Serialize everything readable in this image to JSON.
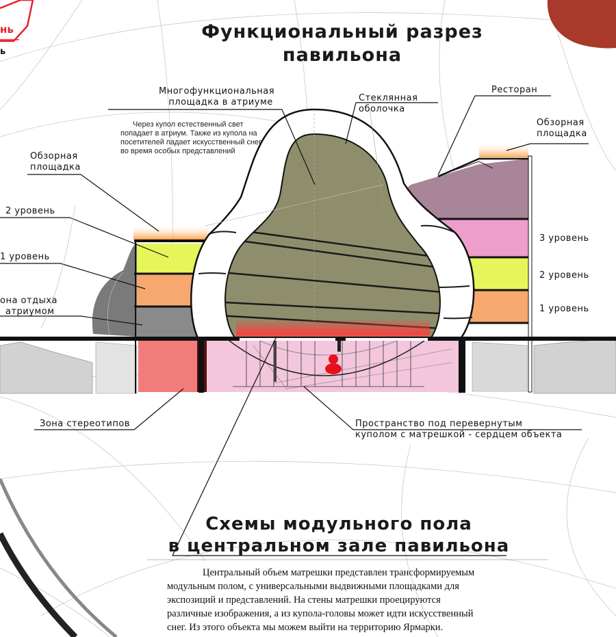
{
  "title_top_line1": "Функциональный разрез",
  "title_top_line2": "павильона",
  "title_bottom_line1": "Схемы модульного пола",
  "title_bottom_line2": "в центральном зале павильона",
  "corner_fragment_1": "нь",
  "corner_fragment_2": "ь",
  "labels": {
    "atrium_line1": "Многофункциональная",
    "atrium_line2": "площадка в атриуме",
    "glass_line1": "Стеклянная",
    "glass_line2": "оболочка",
    "restaurant": "Ресторан",
    "view_right_line1": "Обзорная",
    "view_right_line2": "площадка",
    "view_left_line1": "Обзорная",
    "view_left_line2": "площадка",
    "level2_left": "2 уровень",
    "level1_left": "1 уровень",
    "rest_line1": "она отдыха",
    "rest_line2": "атриумом",
    "level3_right": "3 уровень",
    "level2_right": "2 уровень",
    "level1_right": "1 уровень",
    "stereotypes": "Зона стереотипов",
    "space_line1": "Пространство под перевернутым",
    "space_line2": "куполом с матрешкой - сердцем объекта"
  },
  "note": [
    "Через купол естественный свет",
    "попадает в атриум. Также из купола на",
    "посетителей падает искусственный снег",
    "во время особых представлений"
  ],
  "paragraph": [
    "Центральный объем матрешки представлен трансформируемым",
    "модульным полом, с универсальными выдвижными площадками для",
    "экспозиций и представлений. На стены матрешки проецируются",
    "различные изображения, а из купола-головы может идти искусственный",
    "снег. Из этого объекта мы можем выйти на территорию Ярмарки."
  ],
  "colors": {
    "accent_red": "#e8202a",
    "dome_olive": "#8f8e6c",
    "level_yellow": "#e6f55a",
    "level_orange": "#f7a86e",
    "level_pink": "#ee9ecb",
    "restaurant_mauve": "#a98599",
    "underground_pink": "#f3c6dc",
    "stereotype_red": "#f27c7c",
    "left_gray": "#7a7a7a",
    "corner_brown": "#a9392b"
  }
}
